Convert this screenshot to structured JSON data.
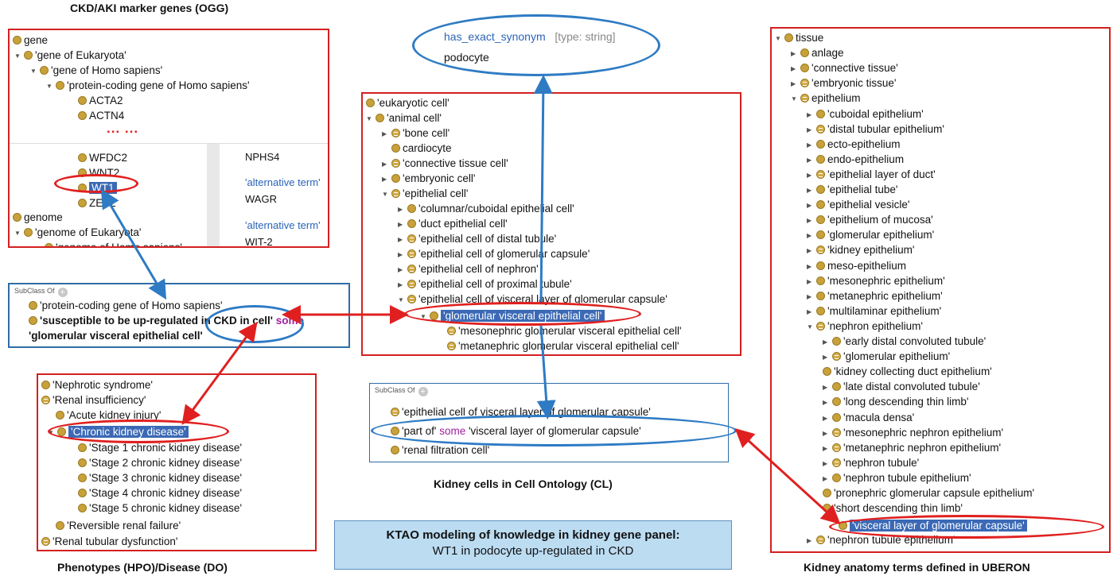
{
  "captions": {
    "ogg": "CKD/AKI marker genes (OGG)",
    "cl": "Kidney cells in Cell Ontology (CL)",
    "hpo": "Phenotypes (HPO)/Disease (DO)",
    "uberon": "Kidney anatomy terms defined in UBERON"
  },
  "gene_panel": {
    "items": [
      "gene",
      "'gene of Eukaryota'",
      "'gene of Homo sapiens'",
      "'protein-coding gene of Homo sapiens'",
      "ACTA2",
      "ACTN4"
    ],
    "ellipsis": "... ...",
    "lower_items": [
      "WFDC2",
      "WNT2",
      "WT1",
      "ZEB2",
      "genome",
      "'genome of Eukaryota'",
      "'genome of Homo sapiens'"
    ],
    "annotations": [
      "NPHS4",
      "'alternative term'",
      "WAGR",
      "'alternative term'",
      "WIT-2"
    ]
  },
  "gene_subclass": {
    "header": "SubClass Of",
    "line1": "'protein-coding gene of Homo sapiens'",
    "line2_pre": "'susceptible to be up-regulated in CKD in cell'",
    "line2_kw": "some",
    "line3": "'glomerular visceral epithelial cell'"
  },
  "synonym_box": {
    "property": "has_exact_synonym",
    "type": "[type: string]",
    "value": "podocyte"
  },
  "cl_panel": {
    "items": [
      "'eukaryotic cell'",
      "'animal cell'",
      "'bone cell'",
      "cardiocyte",
      "'connective tissue cell'",
      "'embryonic cell'",
      "'epithelial cell'",
      "'columnar/cuboidal epithelial cell'",
      "'duct epithelial cell'",
      "'epithelial cell of distal tubule'",
      "'epithelial cell of glomerular capsule'",
      "'epithelial cell of nephron'",
      "'epithelial cell of proximal tubule'",
      "'epithelial cell of visceral layer of glomerular capsule'",
      "'glomerular visceral epithelial cell'",
      "'mesonephric glomerular visceral epithelial cell'",
      "'metanephric glomerular visceral epithelial cell'"
    ]
  },
  "cl_subclass": {
    "header": "SubClass Of",
    "line1": "'epithelial cell of visceral layer of glomerular capsule'",
    "line2_pre": "'part of'",
    "line2_kw": "some",
    "line2_post": "'visceral layer of glomerular capsule'",
    "line3": "'renal filtration cell'"
  },
  "disease_panel": {
    "items": [
      "'Nephrotic syndrome'",
      "'Renal insufficiency'",
      "'Acute kidney injury'",
      "'Chronic kidney disease'",
      "'Stage 1 chronic kidney disease'",
      "'Stage 2 chronic kidney disease'",
      "'Stage 3 chronic kidney disease'",
      "'Stage 4 chronic kidney disease'",
      "'Stage 5 chronic kidney disease'",
      "'Reversible renal failure'",
      "'Renal tubular dysfunction'"
    ]
  },
  "uberon_panel": {
    "items": [
      "tissue",
      "anlage",
      "'connective tissue'",
      "'embryonic tissue'",
      "epithelium",
      "'cuboidal epithelium'",
      "'distal tubular epithelium'",
      "ecto-epithelium",
      "endo-epithelium",
      "'epithelial layer of duct'",
      "'epithelial tube'",
      "'epithelial vesicle'",
      "'epithelium of mucosa'",
      "'glomerular epithelium'",
      "'kidney epithelium'",
      "meso-epithelium",
      "'mesonephric epithelium'",
      "'metanephric epithelium'",
      "'multilaminar epithelium'",
      "'nephron epithelium'",
      "'early distal convoluted tubule'",
      "'glomerular epithelium'",
      "'kidney collecting duct epithelium'",
      "'late distal convoluted tubule'",
      "'long descending thin limb'",
      "'macula densa'",
      "'mesonephric nephron epithelium'",
      "'metanephric nephron epithelium'",
      "'nephron tubule'",
      "'nephron tubule epithelium'",
      "'pronephric glomerular capsule epithelium'",
      "'short descending thin limb'",
      "'visceral layer of glomerular capsule'",
      "'nephron tubule epithelium'"
    ]
  },
  "ktao_box": {
    "title": "KTAO modeling of knowledge in kidney gene panel:",
    "subtitle": "WT1 in podocyte up-regulated in CKD"
  },
  "colors": {
    "red": "#e02020",
    "blue": "#2e7bc4",
    "selection": "#3b69b5",
    "term_dot": "#c9a13a",
    "keyword": "#a020a0",
    "ktao_bg": "#bcdcf2"
  }
}
